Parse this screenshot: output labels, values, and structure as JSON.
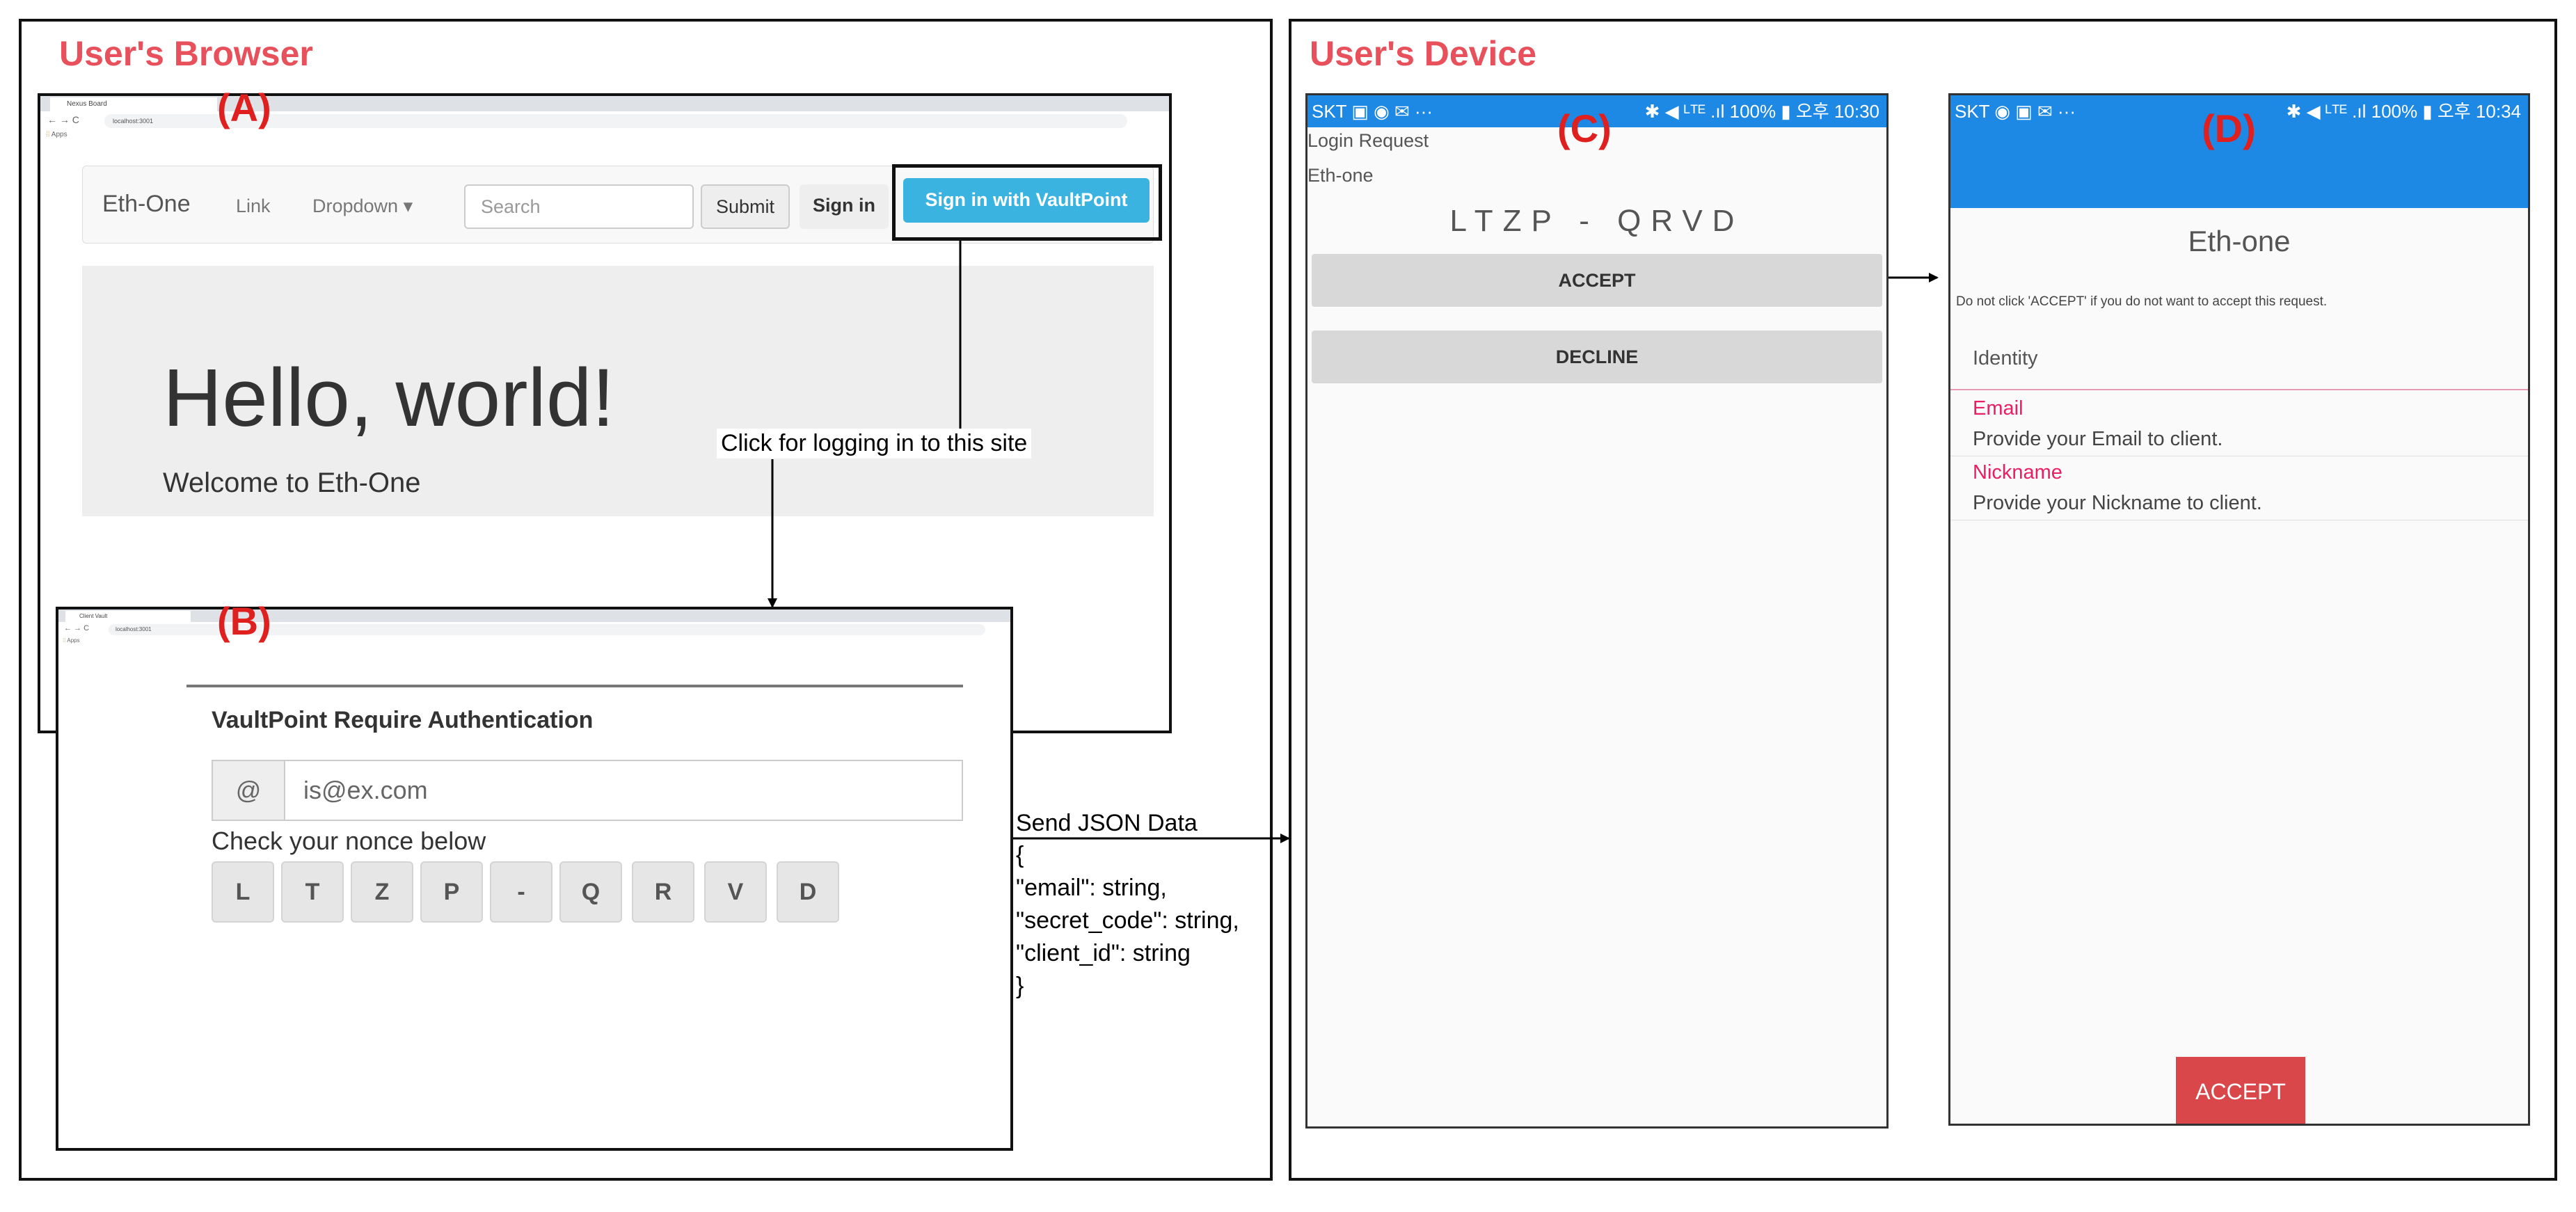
{
  "left_panel": {
    "title": "User's Browser"
  },
  "right_panel": {
    "title": "User's Device"
  },
  "labels": {
    "a": "(A)",
    "b": "(B)",
    "c": "(C)",
    "d": "(D)"
  },
  "browser_a": {
    "tab_title": "Nexus Board",
    "address": "localhost:3001",
    "apps": "Apps",
    "brand": "Eth-One",
    "nav_link": "Link",
    "nav_dropdown": "Dropdown ▾",
    "search_placeholder": "Search",
    "submit": "Submit",
    "sign_in": "Sign in",
    "sign_in_vaultpoint": "Sign in with VaultPoint",
    "hello": "Hello, world!",
    "welcome": "Welcome to Eth-One"
  },
  "browser_b": {
    "tab_title": "Client Vault",
    "address": "localhost:3001",
    "apps": "Apps",
    "heading": "VaultPoint Require Authentication",
    "at": "@",
    "email": "is@ex.com",
    "nonce_label": "Check your nonce below",
    "nonce": [
      "L",
      "T",
      "Z",
      "P",
      "-",
      "Q",
      "R",
      "V",
      "D"
    ]
  },
  "annotations": {
    "click_caption": "Click for logging in to this site",
    "send_json_title": "Send JSON Data",
    "json_lines": [
      "{",
      "\"email\": string,",
      "\"secret_code\": string,",
      "\"client_id\": string",
      "}"
    ]
  },
  "phone_c": {
    "status_left": "SKT ▣ ◉ ✉ ···",
    "status_right": "✱ ◀ ᴸᵀᴱ .ıl 100% ▮ 오후 10:30",
    "login_request": "Login Request",
    "client": "Eth-one",
    "code": "LTZP - QRVD",
    "accept": "ACCEPT",
    "decline": "DECLINE"
  },
  "phone_d": {
    "status_left": "SKT ◉ ▣ ✉ ···",
    "status_right": "✱ ◀ ᴸᵀᴱ .ıl 100% ▮ 오후 10:34",
    "title": "Eth-one",
    "notice": "Do not click 'ACCEPT' if you do not want to accept this request.",
    "identity": "Identity",
    "email_label": "Email",
    "email_desc": "Provide your Email to client.",
    "nickname_label": "Nickname",
    "nickname_desc": "Provide your Nickname to client.",
    "accept": "ACCEPT"
  },
  "colors": {
    "section_title": "#e8505b",
    "tag": "#e01f1f",
    "vaultpoint_button": "#3bb3e0",
    "status_bar": "#1e88e5",
    "pink": "#e91e63",
    "accept_red": "#d9474a"
  }
}
